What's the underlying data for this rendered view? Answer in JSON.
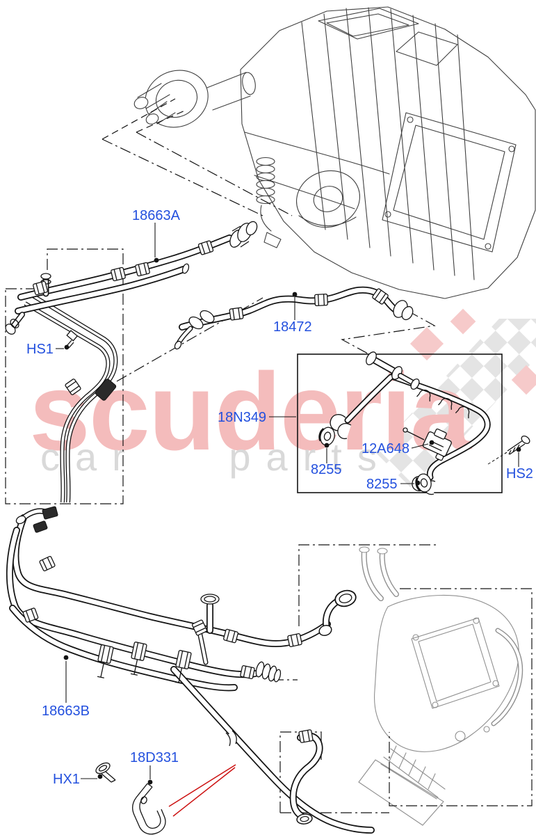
{
  "diagram": {
    "watermark": {
      "brand": "scuderia",
      "tagline": "car parts"
    },
    "colors": {
      "label": "#2350de",
      "annotation": "#cc1111",
      "watermark_brand": "#f4bcbc",
      "watermark_tagline": "#d9d9d9"
    },
    "part_labels": [
      {
        "text": "18663A"
      },
      {
        "text": "HS1"
      },
      {
        "text": "18472"
      },
      {
        "text": "18N349"
      },
      {
        "text": "12A648"
      },
      {
        "text": "8255"
      },
      {
        "text": "8255"
      },
      {
        "text": "HS2"
      },
      {
        "text": "18663B"
      },
      {
        "text": "18D331"
      },
      {
        "text": "HX1"
      }
    ]
  }
}
